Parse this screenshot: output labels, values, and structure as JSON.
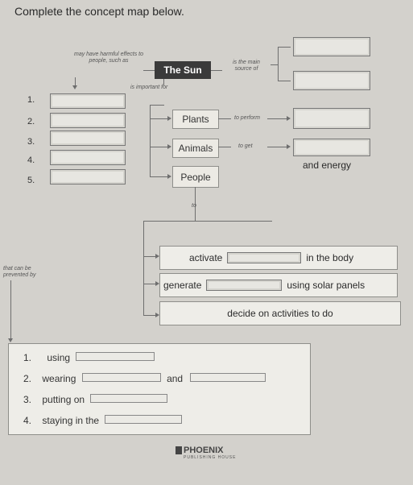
{
  "title": "Complete the concept map below.",
  "sun_label": "The Sun",
  "left_note": "may have harmful effects to people, such as",
  "important_note": "is important for",
  "right_note": "is the main source of",
  "numbers": [
    "1.",
    "2.",
    "3.",
    "4.",
    "5."
  ],
  "nodes": {
    "plants": "Plants",
    "animals": "Animals",
    "people": "People"
  },
  "link_perform": "to perform",
  "link_get": "to get",
  "and_energy": "and energy",
  "link_to": "to",
  "prevented_note": "that can be prevented by",
  "activate": {
    "pre": "activate",
    "post": "in the body"
  },
  "generate": {
    "pre": "generate",
    "post": "using solar panels"
  },
  "decide": "decide on activities to do",
  "prevention": [
    {
      "num": "1.",
      "text": "using"
    },
    {
      "num": "2.",
      "text": "wearing",
      "mid": "and"
    },
    {
      "num": "3.",
      "text": "putting on"
    },
    {
      "num": "4.",
      "text": "staying in the"
    }
  ],
  "logo": {
    "name": "PHOENIX",
    "sub": "PUBLISHING HOUSE"
  }
}
